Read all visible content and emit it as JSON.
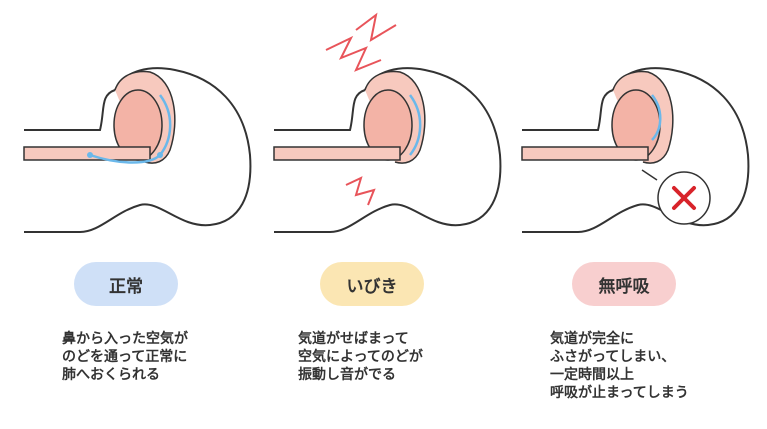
{
  "panels": [
    {
      "label": "正常",
      "pill_color": "#cfe0f7",
      "lines": [
        "鼻から入った空気が",
        "のどを通って正常に",
        "肺へおくられる"
      ]
    },
    {
      "label": "いびき",
      "pill_color": "#fbe6b3",
      "lines": [
        "気道がせばまって",
        "空気によってのどが",
        "振動し音がでる"
      ]
    },
    {
      "label": "無呼吸",
      "pill_color": "#f8cfcf",
      "lines": [
        "気道が完全に",
        "ふさがってしまい、",
        "一定時間以上",
        "呼吸が止まってしまう"
      ]
    }
  ],
  "colors": {
    "tissue": "#f7c9be",
    "airflow": "#6bb8ea",
    "snore": "#e8545a",
    "stop": "#d8232a"
  },
  "icons": [
    "airflow-arrow-icon",
    "snore-vibration-icon",
    "blocked-cross-icon"
  ]
}
